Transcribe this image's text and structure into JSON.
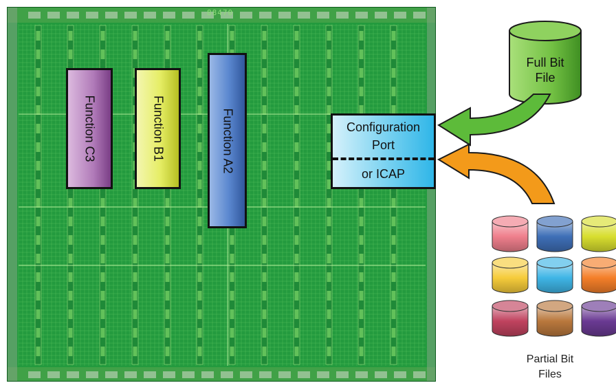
{
  "fpga": {
    "die_label": "88470",
    "colors": {
      "die": "#239a3e",
      "grid": "#6fd36a",
      "column": "#2fae4a",
      "io": "#a9b7a2"
    }
  },
  "functions": [
    {
      "id": "c3",
      "label": "Function C3",
      "color": "#b07ab8"
    },
    {
      "id": "b1",
      "label": "Function B1",
      "color": "#e6ee66"
    },
    {
      "id": "a2",
      "label": "Function A2",
      "color": "#5a87cf"
    }
  ],
  "config_port": {
    "line1": "Configuration",
    "line2": "Port",
    "line3": "or ICAP",
    "color": "#7fd4f1"
  },
  "full_bit_file": {
    "line1": "Full Bit",
    "line2": "File",
    "color": "#7cc84f",
    "arrow_color": "#5dbb3a"
  },
  "partial_bit_files": {
    "line1": "Partial Bit",
    "line2": "Files",
    "arrow_color": "#f39a1a",
    "cylinder_colors": [
      "#ef7f8c",
      "#3e6fb7",
      "#d8de2f",
      "#f6cc3b",
      "#3fb5e6",
      "#f47f29",
      "#c0435f",
      "#b9783d",
      "#6a3a93"
    ]
  }
}
